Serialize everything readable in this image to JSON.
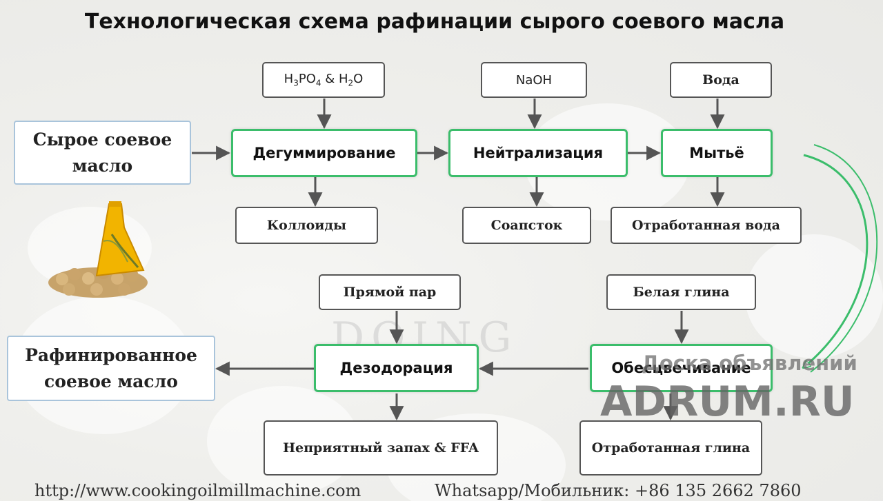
{
  "title": "Технологическая схема рафинации сырого соевого масла",
  "nodes": {
    "crude_oil": "Сырое соевое масло",
    "reagent1_base": "H",
    "reagent1_sub1": "3",
    "reagent1_mid": "PO",
    "reagent1_sub2": "4",
    "reagent1_amp": " & H",
    "reagent1_sub3": "2",
    "reagent1_end": "O",
    "reagent2": "NaOH",
    "reagent3": "Вода",
    "degumming": "Дегуммирование",
    "neutralization": "Нейтрализация",
    "washing": "Мытьё",
    "colloids": "Коллоиды",
    "soapstock": "Соапсток",
    "waste_water": "Отработанная вода",
    "direct_steam": "Прямой пар",
    "white_clay": "Белая глина",
    "deodorization": "Дезодорация",
    "bleaching": "Обесцвечивание",
    "refined_oil": "Рафинированное соевое масло",
    "odor_ffa": "Неприятный запах & FFA",
    "spent_clay": "Отработанная глина"
  },
  "footer": {
    "website": "http://www.cookingoilmillmachine.com",
    "contact": "Whatsapp/Мобильник: +86 135 2662 7860"
  },
  "watermark": {
    "logo": "DOING",
    "board": "Доска объявлений",
    "site": "ADRUM.RU"
  },
  "colors": {
    "process_border": "#3bbd6b",
    "input_border": "#555555",
    "end_border": "#a9c4db",
    "arrow": "#555555"
  }
}
